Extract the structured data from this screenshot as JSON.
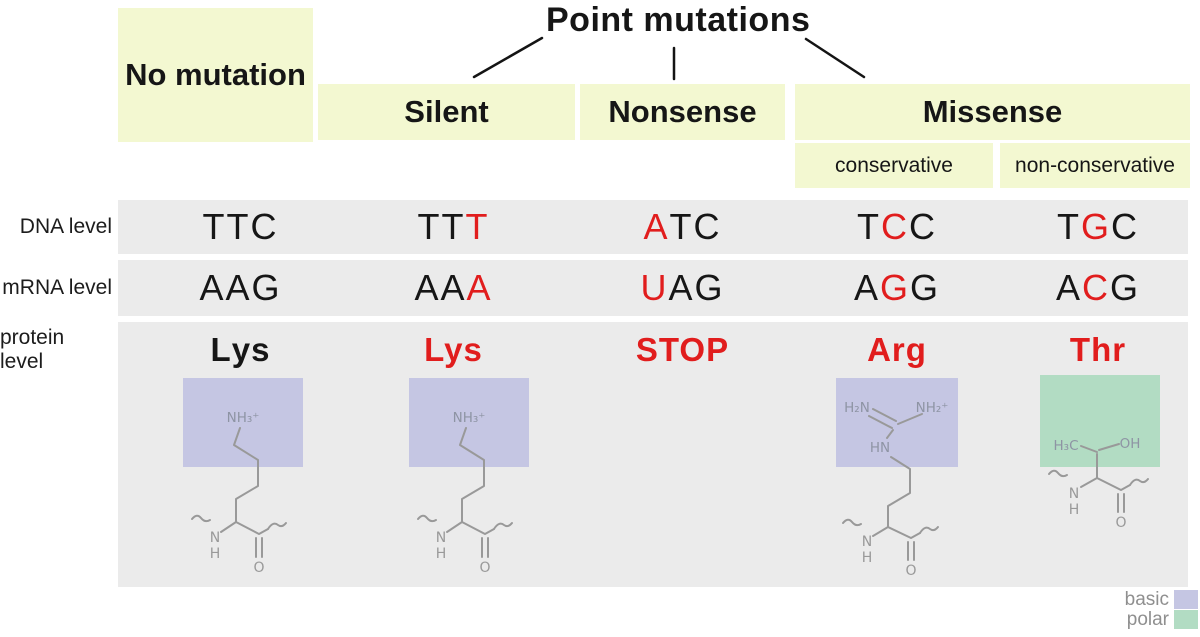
{
  "title": "Point mutations",
  "colors": {
    "mutation_red": "#e11d1d",
    "header_bg": "#f3f8d1",
    "row_bg": "#ebebeb",
    "basic": "#c5c6e3",
    "polar": "#b2dcc3",
    "bond": "#999999",
    "atom_label": "#8e94a4"
  },
  "headers": {
    "no_mutation": "No mutation",
    "silent": "Silent",
    "nonsense": "Nonsense",
    "missense": "Missense",
    "conservative": "conservative",
    "non_conservative": "non-conservative"
  },
  "table": {
    "rows": [
      {
        "label": "DNA level",
        "cells": [
          {
            "text": "TTC",
            "red": null
          },
          {
            "text": "TTT",
            "red": 2
          },
          {
            "text": "ATC",
            "red": 0
          },
          {
            "text": "TCC",
            "red": 1
          },
          {
            "text": "TGC",
            "red": 1
          }
        ]
      },
      {
        "label": "mRNA level",
        "cells": [
          {
            "text": "AAG",
            "red": null
          },
          {
            "text": "AAA",
            "red": 2
          },
          {
            "text": "UAG",
            "red": 0
          },
          {
            "text": "AGG",
            "red": 1
          },
          {
            "text": "ACG",
            "red": 1
          }
        ]
      },
      {
        "label": "protein level",
        "cells": [
          {
            "text": "Lys",
            "red": null
          },
          {
            "text": "Lys",
            "red": "all"
          },
          {
            "text": "STOP",
            "red": "all"
          },
          {
            "text": "Arg",
            "red": "all"
          },
          {
            "text": "Thr",
            "red": "all"
          }
        ]
      }
    ]
  },
  "structures": {
    "lysine": {
      "amine": "NH₃⁺",
      "backbone_n": "N",
      "backbone_h": "H",
      "carbonyl_o": "O"
    },
    "arginine": {
      "amine_left": "H₂N",
      "amine_right": "NH₂⁺",
      "imino": "HN",
      "backbone_n": "N",
      "backbone_h": "H",
      "carbonyl_o": "O"
    },
    "threonine": {
      "methyl": "H₃C",
      "hydroxyl": "OH",
      "backbone_n": "N",
      "backbone_h": "H",
      "carbonyl_o": "O"
    }
  },
  "legend": {
    "items": [
      {
        "label": "basic",
        "color": "#c5c6e3"
      },
      {
        "label": "polar",
        "color": "#b2dcc3"
      }
    ]
  }
}
